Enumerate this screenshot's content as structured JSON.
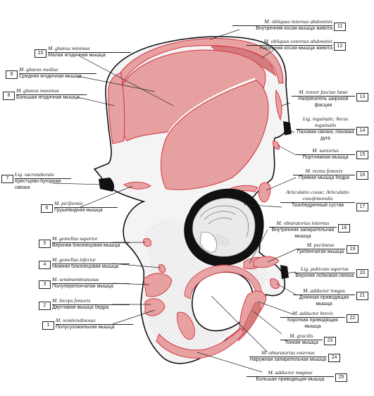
{
  "colors": {
    "muscle": "#e7a1a1",
    "muscle_dark": "#d37c7c",
    "outline": "#d43a4a",
    "bone": "#f4f4f4",
    "ink": "#111111"
  },
  "labels": [
    {
      "num": "11",
      "la": "M. obliquus internus abdominis",
      "ru": "Внутренняя косая мышца живота"
    },
    {
      "num": "12",
      "la": "M. obliquus externus abdominis",
      "ru": "Наружная косая мышца живота"
    },
    {
      "num": "10",
      "la": "M. gluteus minimus",
      "ru": "Малая ягодичная мышца"
    },
    {
      "num": "9",
      "la": "M. gluteus medius",
      "ru": "Средняя ягодичная мышца"
    },
    {
      "num": "8",
      "la": "M. gluteus maximus",
      "ru": "Большая ягодичная мышца"
    },
    {
      "num": "13",
      "la": "M. tensor fasciae latae",
      "ru": "Напрягатель широкой фасции"
    },
    {
      "num": "14",
      "la": "Lig. inguinale; Arcus inguinalis",
      "ru": "Паховая связка; паховая дуга"
    },
    {
      "num": "15",
      "la": "M. sartorius",
      "ru": "Портняжная мышца"
    },
    {
      "num": "7",
      "la": "Lig. sacrotuberale",
      "ru": "Крестцово-бугорная связка"
    },
    {
      "num": "16",
      "la": "M. rectus femoris",
      "ru": "Прямая мышца бедра"
    },
    {
      "num": "6",
      "la": "M. piriformis",
      "ru": "Грушевидная мышца"
    },
    {
      "num": "17",
      "la": "Articulatio coxae; Articulatio coxofemoralis",
      "ru": "Тазобедренный сустав"
    },
    {
      "num": "18",
      "la": "M. obturatorius internus",
      "ru": "Внутренняя запирательная мышца"
    },
    {
      "num": "5",
      "la": "M. gemellus superior",
      "ru": "Верхняя близнецовая мышца"
    },
    {
      "num": "19",
      "la": "M. pectineus",
      "ru": "Гребенчатая мышца"
    },
    {
      "num": "4",
      "la": "M. gemellus inferior",
      "ru": "Нижняя близнецовая мышца"
    },
    {
      "num": "20",
      "la": "Lig. pubicum superius",
      "ru": "Верхняя лобковая связка"
    },
    {
      "num": "3",
      "la": "M. semimembranosus",
      "ru": "Полуперепончатая мышца"
    },
    {
      "num": "21",
      "la": "M. adductor longus",
      "ru": "Длинная приводящая мышца"
    },
    {
      "num": "2",
      "la": "M. biceps femoris",
      "ru": "Двуглавая мышца бедра"
    },
    {
      "num": "22",
      "la": "M. adductor brevis",
      "ru": "Короткая приводящая мышца"
    },
    {
      "num": "1",
      "la": "M. semitendinosus",
      "ru": "Полусухожильная мышца"
    },
    {
      "num": "23",
      "la": "M. gracilis",
      "ru": "Тонкая мышца"
    },
    {
      "num": "24",
      "la": "M. obturatorius externus",
      "ru": "Наружная запирательная мышца"
    },
    {
      "num": "25",
      "la": "M. adductor magnus",
      "ru": "Большая приводящая мышца"
    }
  ]
}
